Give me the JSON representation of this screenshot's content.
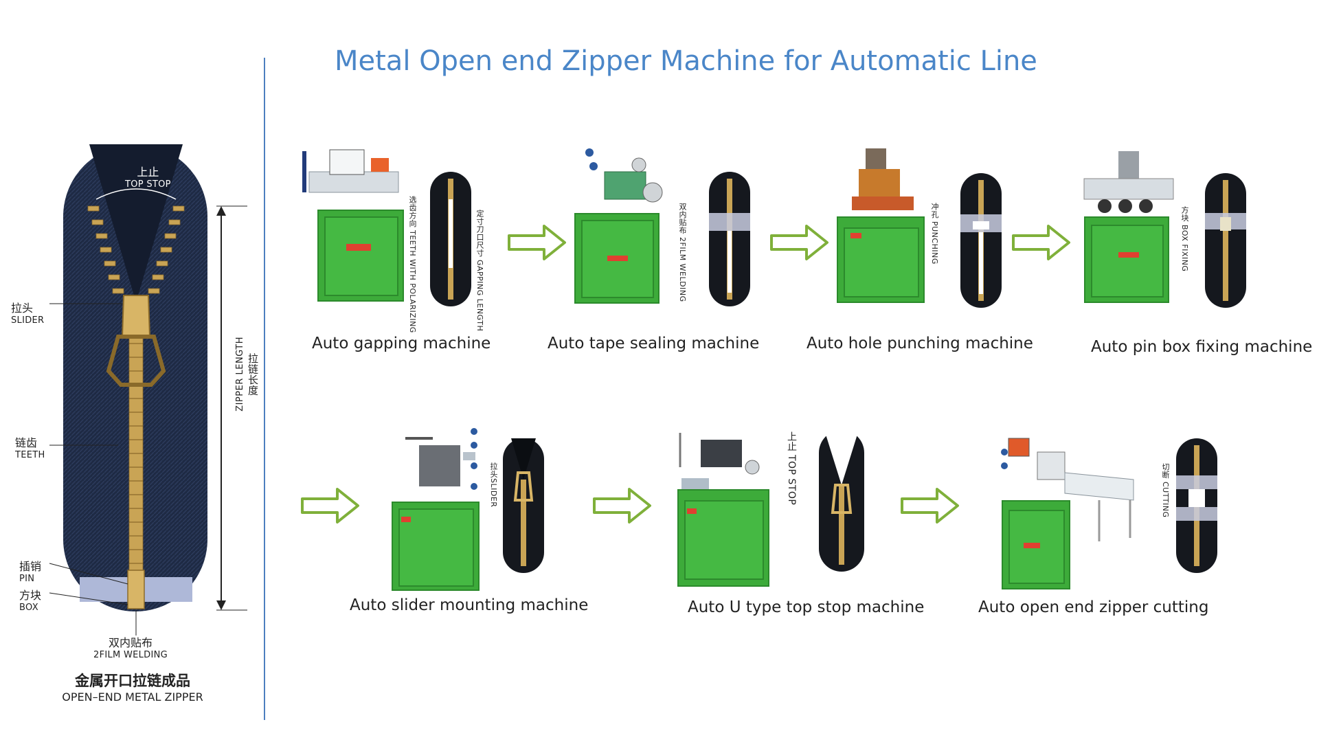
{
  "title": "Metal Open end Zipper Machine for Automatic Line",
  "diagram": {
    "top_stop_cn": "上止",
    "top_stop_en": "TOP STOP",
    "slider_cn": "拉头",
    "slider_en": "SLIDER",
    "teeth_cn": "链齿",
    "teeth_en": "TEETH",
    "pin_cn": "插销",
    "pin_en": "PIN",
    "box_cn": "方块",
    "box_en": "BOX",
    "zipper_length_cn": "拉链长度",
    "zipper_length_en": "ZIPPER LENGTH",
    "welding_cn": "双内贴布",
    "welding_en": "2FILM WELDING",
    "product_cn": "金属开口拉链成品",
    "product_en": "OPEN–END METAL ZIPPER"
  },
  "machines": [
    {
      "caption": "Auto gapping machine",
      "note1": "选齿方向 TEETH WITH POLARIZING",
      "note2": "定寸刀口尺寸 GAPPING LENGTH"
    },
    {
      "caption": "Auto tape sealing machine",
      "note1": "双内贴布 2FILM WELDING"
    },
    {
      "caption": "Auto hole punching machine",
      "note1": "冲孔 PUNCHING"
    },
    {
      "caption": "Auto pin box fixing machine",
      "note1": "方块 BOX FIXING"
    },
    {
      "caption": "Auto slider mounting machine",
      "note1": "拉头SLIDER"
    },
    {
      "caption": "Auto U type top stop machine",
      "note1": "上止 TOP STOP"
    },
    {
      "caption": "Auto open end zipper cutting",
      "note1": "切断 CUTTING"
    }
  ],
  "colors": {
    "title": "#4a86c8",
    "arrow": "#7fb03a",
    "machine_green": "#3dab3a",
    "tape": "#1e2a44",
    "teeth": "#c9a455"
  }
}
